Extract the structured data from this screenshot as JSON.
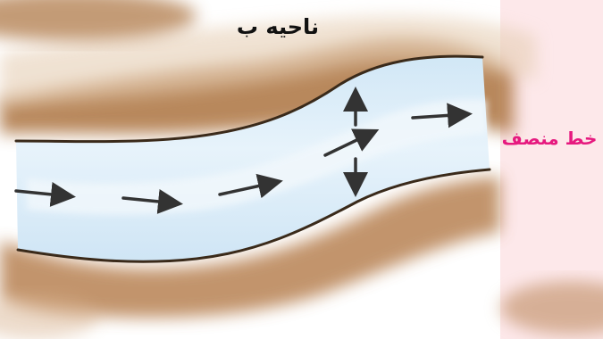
{
  "labels": {
    "region": "ناحیه ب",
    "bisector": "خط منصف"
  },
  "colors": {
    "soil_dark": "#a9703f",
    "soil_light": "#e7d1b8",
    "water": "#dbeef9",
    "water_edge": "#e9f4fb",
    "bank_line": "#3a2a1a",
    "arrow": "#333333",
    "bisector_text": "#e6197f",
    "right_bg": "#fde8ea"
  },
  "icons": [
    "flow-arrow",
    "up-arrow",
    "down-arrow"
  ]
}
